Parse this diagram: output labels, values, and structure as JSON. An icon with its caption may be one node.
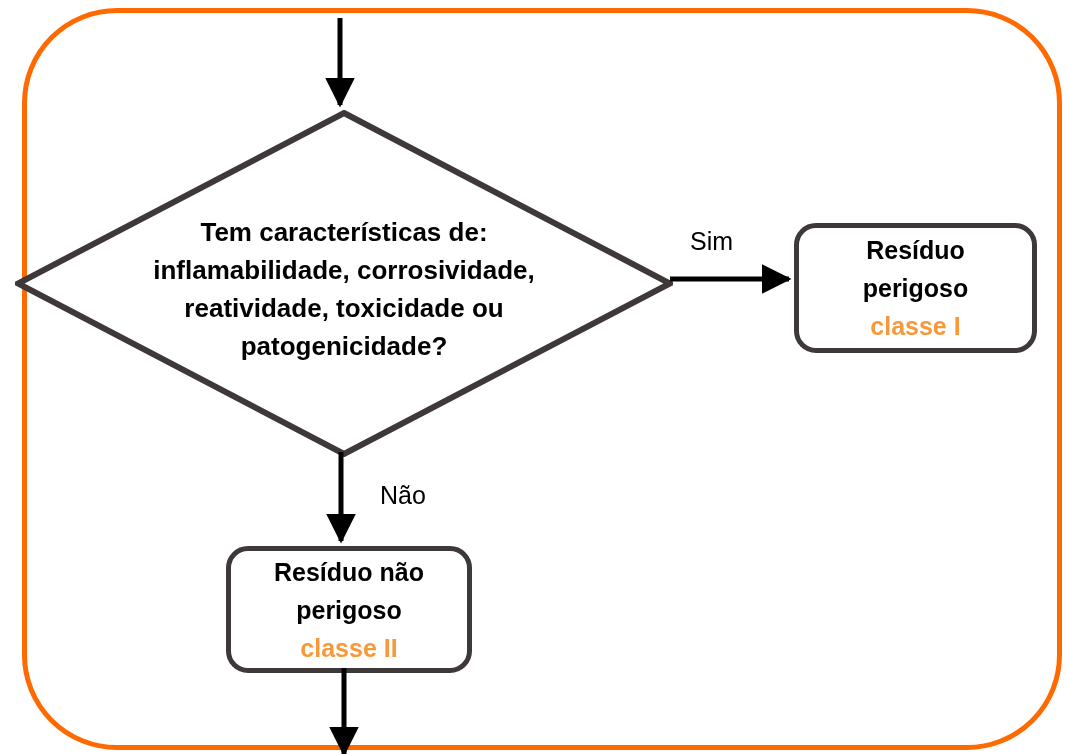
{
  "diagram": {
    "nodes": [
      {
        "text": [],
        "shape": "box"
      },
      {
        "text": [
          "Tem características de: inflamabilidade, corrosividade, reatividade, toxicidade ou patogenicidade?"
        ],
        "in": 0
      },
      {
        "text": [
          "Resíduo perigoso",
          "classe I"
        ],
        "in": 0
      },
      {
        "text": [
          "Resíduo não perigoso",
          "classe II"
        ],
        "in": 0
      }
    ],
    "edges": [
      {
        "from": null,
        "to": 1,
        "arrow": "to"
      },
      {
        "from": 1,
        "to": 2,
        "arrow": "to",
        "label": "Sim"
      },
      {
        "from": 1,
        "to": 3,
        "arrow": "to",
        "label": "Não"
      },
      {
        "from": 3,
        "to": null,
        "arrow": "to"
      }
    ]
  }
}
